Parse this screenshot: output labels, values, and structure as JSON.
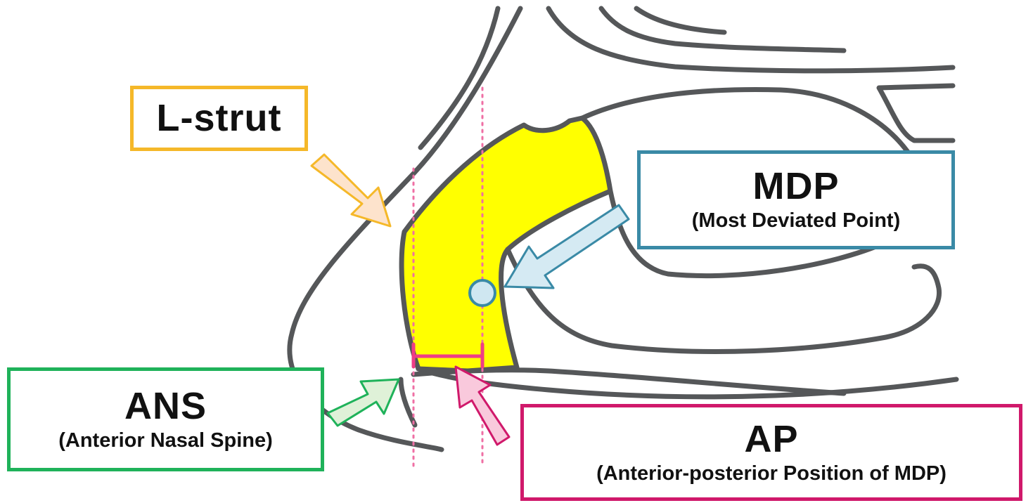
{
  "labels": {
    "lstrut": {
      "title": "L-strut"
    },
    "mdp": {
      "title": "MDP",
      "subtitle": "(Most Deviated Point)"
    },
    "ans": {
      "title": "ANS",
      "subtitle": "(Anterior Nasal Spine)"
    },
    "ap": {
      "title": "AP",
      "subtitle": "(Anterior-posterior Position of MDP)"
    }
  },
  "colors": {
    "outline": "#555759",
    "lstrut_fill": "#ffff00",
    "lstrut_border": "#f5b829",
    "lstrut_arrow": "#fde3cc",
    "mdp_border": "#3a8aa6",
    "mdp_arrow": "#d5eaf3",
    "mdp_point": "#cfe7f1",
    "ans_border": "#1fb25a",
    "ans_arrow": "#dff1d8",
    "ap_border": "#d0196b",
    "ap_arrow": "#f9c9dc",
    "guide_lines": "#ef6fa4"
  },
  "icons": {
    "lstrut_arrow": "arrow-down-right-icon",
    "mdp_arrow": "arrow-down-left-icon",
    "ans_arrow": "arrow-up-right-icon",
    "ap_arrow": "arrow-up-left-icon",
    "mdp_point": "circle-marker-icon"
  }
}
